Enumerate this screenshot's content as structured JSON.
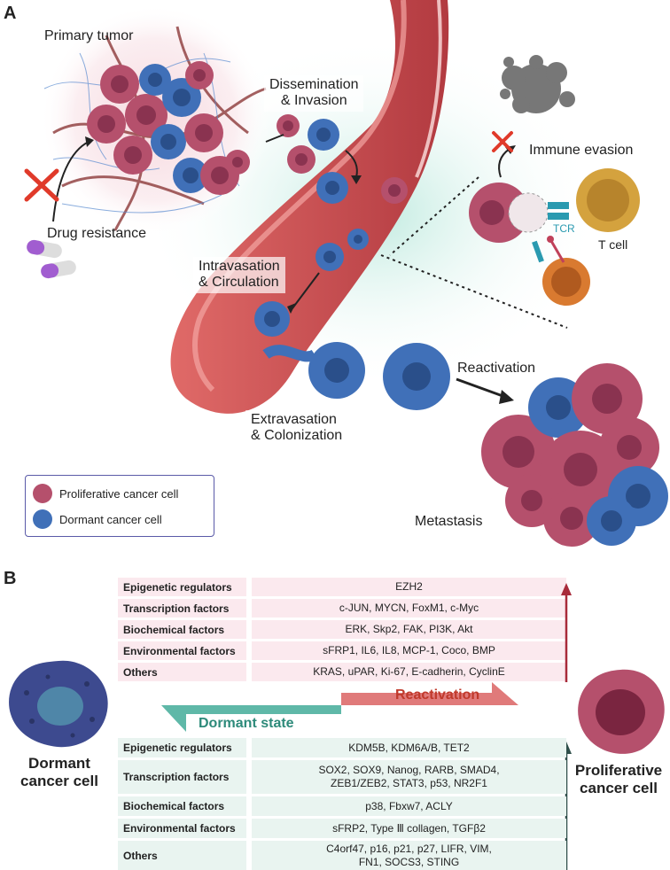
{
  "panel_a": {
    "letter": "A",
    "labels": {
      "primary_tumor": "Primary tumor",
      "dissemination_1": "Dissemination",
      "dissemination_2": "& Invasion",
      "immune_evasion": "Immune evasion",
      "drug_resistance": "Drug resistance",
      "tcr": "TCR",
      "t_cell": "T cell",
      "intravasation_1": "Intravasation",
      "intravasation_2": "& Circulation",
      "reactivation": "Reactivation",
      "extravasation_1": "Extravasation",
      "extravasation_2": "& Colonization",
      "metastasis": "Metastasis"
    },
    "legend": {
      "proliferative": "Proliferative cancer cell",
      "dormant": "Dormant cancer cell"
    }
  },
  "panel_b": {
    "letter": "B",
    "reactivation_arrow_label": "Reactivation",
    "dormant_arrow_label": "Dormant state",
    "left_cell_line1": "Dormant",
    "left_cell_line2": "cancer cell",
    "right_cell_line1": "Proliferative",
    "right_cell_line2": "cancer cell",
    "reactivation_rows": [
      {
        "category": "Epigenetic regulators",
        "factors": "EZH2"
      },
      {
        "category": "Transcription factors",
        "factors": "c-JUN, MYCN, FoxM1, c-Myc"
      },
      {
        "category": "Biochemical factors",
        "factors": "ERK, Skp2, FAK, PI3K, Akt"
      },
      {
        "category": "Environmental factors",
        "factors": "sFRP1, IL6, IL8, MCP-1, Coco, BMP"
      },
      {
        "category": "Others",
        "factors": "KRAS, uPAR, Ki-67, E-cadherin, CyclinE"
      }
    ],
    "dormant_rows": [
      {
        "category": "Epigenetic regulators",
        "factors": "KDM5B, KDM6A/B, TET2"
      },
      {
        "category": "Transcription factors",
        "factors": "SOX2, SOX9, Nanog, RARB, SMAD4,",
        "factors2": "ZEB1/ZEB2, STAT3, p53, NR2F1"
      },
      {
        "category": "Biochemical factors",
        "factors": "p38, Fbxw7, ACLY"
      },
      {
        "category": "Environmental factors",
        "factors": "sFRP2, Type Ⅲ collagen, TGFβ2"
      },
      {
        "category": "Others",
        "factors": "C4orf47, p16, p21, p27, LIFR, VIM,",
        "factors2": "FN1, SOCS3, STING"
      }
    ]
  },
  "colors": {
    "proliferative": "#b5506c",
    "dormant": "#4070b8",
    "reactivation_arrow": "#e07a7a",
    "dormant_arrow": "#5fb8a8",
    "vessel": "#c94a4e"
  }
}
